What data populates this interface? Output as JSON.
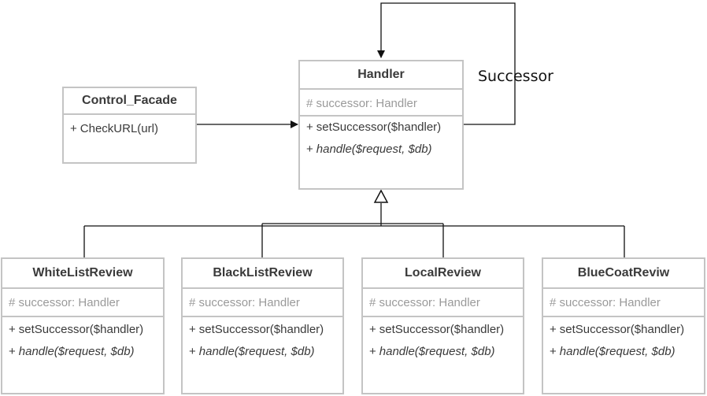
{
  "diagram": {
    "successor_label": "Successor",
    "facade": {
      "name": "Control_Facade",
      "operations": [
        {
          "prefix": "+",
          "text": "CheckURL(url)",
          "italic": false
        }
      ]
    },
    "handler": {
      "name": "Handler",
      "attributes": [
        "# successor: Handler"
      ],
      "operations": [
        {
          "prefix": "+",
          "text": "setSuccessor($handler)",
          "italic": false
        },
        {
          "prefix": "+",
          "text": "handle($request, $db)",
          "italic": true
        }
      ]
    },
    "subclasses": [
      {
        "name": "WhiteListReview",
        "attributes": [
          "# successor: Handler"
        ],
        "operations": [
          {
            "prefix": "+",
            "text": "setSuccessor($handler)",
            "italic": false
          },
          {
            "prefix": "+",
            "text": "handle($request, $db)",
            "italic": true
          }
        ]
      },
      {
        "name": "BlackListReview",
        "attributes": [
          "# successor: Handler"
        ],
        "operations": [
          {
            "prefix": "+",
            "text": "setSuccessor($handler)",
            "italic": false
          },
          {
            "prefix": "+",
            "text": "handle($request, $db)",
            "italic": true
          }
        ]
      },
      {
        "name": "LocalReview",
        "attributes": [
          "# successor: Handler"
        ],
        "operations": [
          {
            "prefix": "+",
            "text": "setSuccessor($handler)",
            "italic": false
          },
          {
            "prefix": "+",
            "text": "handle($request, $db)",
            "italic": true
          }
        ]
      },
      {
        "name": "BlueCoatReviw",
        "attributes": [
          "# successor: Handler"
        ],
        "operations": [
          {
            "prefix": "+",
            "text": "setSuccessor($handler)",
            "italic": false
          },
          {
            "prefix": "+",
            "text": "handle($request, $db)",
            "italic": true
          }
        ]
      }
    ]
  }
}
